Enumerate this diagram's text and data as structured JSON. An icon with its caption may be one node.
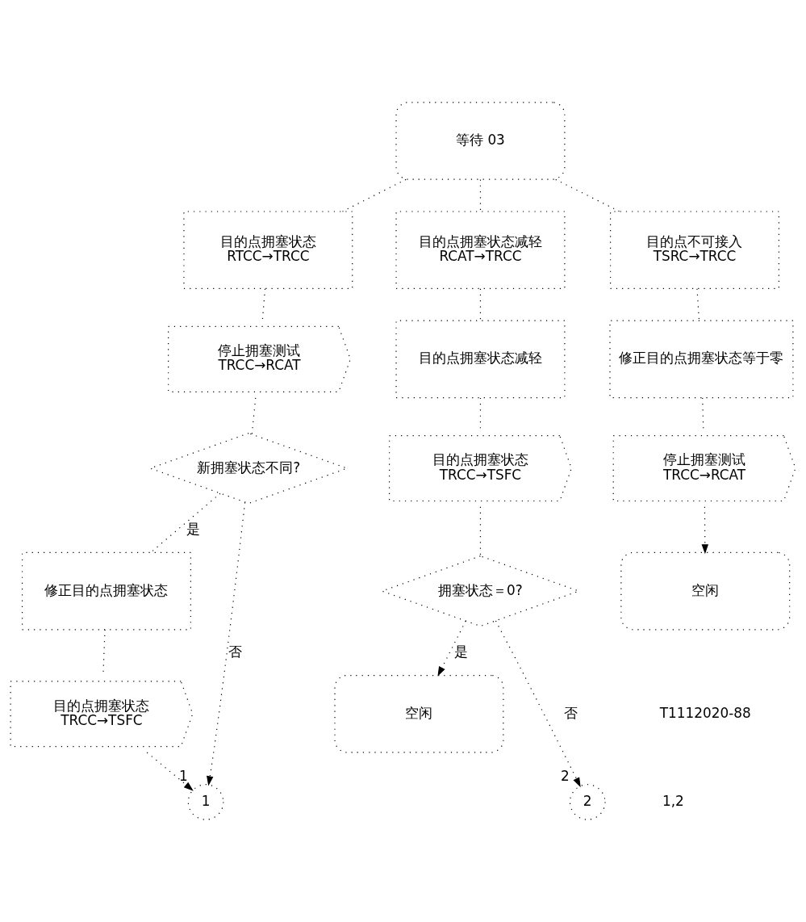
{
  "diagram": {
    "nodes": [
      {
        "text": [
          "等待 03"
        ]
      },
      {
        "text": [
          "目的点拥塞状态",
          "RTCC→TRCC"
        ]
      },
      {
        "text": [
          "停止拥塞测试",
          "TRCC→RCAT"
        ]
      },
      {
        "text": [
          "新拥塞状态不同?"
        ]
      },
      {
        "text": [
          "修正目的点拥塞状态"
        ]
      },
      {
        "text": [
          "目的点拥塞状态",
          "TRCC→TSFC"
        ]
      },
      {
        "text": [
          "1"
        ],
        "beside": [
          "1"
        ]
      },
      {
        "text": [
          "目的点拥塞状态减轻",
          "RCAT→TRCC"
        ]
      },
      {
        "text": [
          "目的点拥塞状态减轻"
        ]
      },
      {
        "text": [
          "目的点拥塞状态",
          "TRCC→TSFC"
        ]
      },
      {
        "text": [
          "拥塞状态＝0?"
        ]
      },
      {
        "text": [
          "空闲"
        ]
      },
      {
        "text": [
          "2"
        ],
        "beside": [
          "2"
        ]
      },
      {
        "text": [
          "目的点不可接入",
          "TSRC→TRCC"
        ]
      },
      {
        "text": [
          "修正目的点拥塞状态等于零"
        ]
      },
      {
        "text": [
          "停止拥塞测试",
          "TRCC→RCAT"
        ]
      },
      {
        "text": [
          "空闲"
        ]
      }
    ],
    "edges": [
      {
        "from": 0,
        "to": 1,
        "arrow": "none"
      },
      {
        "from": 0,
        "to": 7,
        "arrow": "none"
      },
      {
        "from": 0,
        "to": 13,
        "arrow": "none"
      },
      {
        "from": 1,
        "to": 2,
        "arrow": "none"
      },
      {
        "from": 2,
        "to": 3,
        "arrow": "none"
      },
      {
        "from": 3,
        "to": 4,
        "arrow": "none",
        "label": "是"
      },
      {
        "from": 3,
        "to": 6,
        "arrow": "to",
        "label": "否"
      },
      {
        "from": 4,
        "to": 5,
        "arrow": "none"
      },
      {
        "from": 5,
        "to": 6,
        "arrow": "to"
      },
      {
        "from": 7,
        "to": 8,
        "arrow": "none"
      },
      {
        "from": 8,
        "to": 9,
        "arrow": "none"
      },
      {
        "from": 9,
        "to": 10,
        "arrow": "none"
      },
      {
        "from": 10,
        "to": 11,
        "arrow": "to",
        "label": "是"
      },
      {
        "from": 10,
        "to": 12,
        "arrow": "to",
        "label": "否"
      },
      {
        "from": 13,
        "to": 14,
        "arrow": "none"
      },
      {
        "from": 14,
        "to": 15,
        "arrow": "none"
      },
      {
        "from": 15,
        "to": 16,
        "arrow": "to"
      }
    ],
    "labels": [
      "1,2",
      "T1112020-88"
    ]
  }
}
